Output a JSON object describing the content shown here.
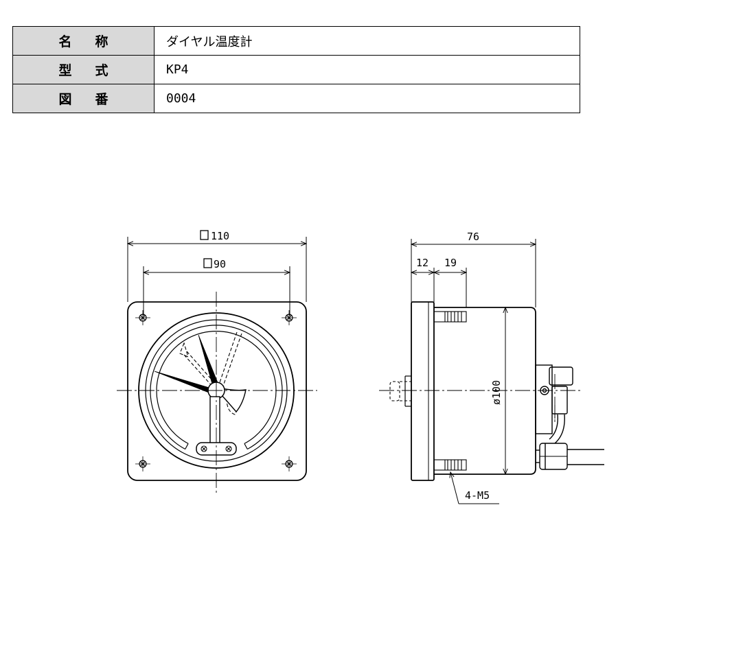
{
  "title_block": {
    "rows": [
      {
        "label": "名称",
        "value": "ダイヤル温度計"
      },
      {
        "label": "型式",
        "value": "KP4"
      },
      {
        "label": "図番",
        "value": "0004"
      }
    ]
  },
  "drawing": {
    "front_view": {
      "outer_dim": "110",
      "inner_dim": "90"
    },
    "side_view": {
      "total_depth": "76",
      "flange_dim": "12",
      "stud_dim": "19",
      "diameter": "100",
      "thread_callout": "4-M5"
    }
  }
}
